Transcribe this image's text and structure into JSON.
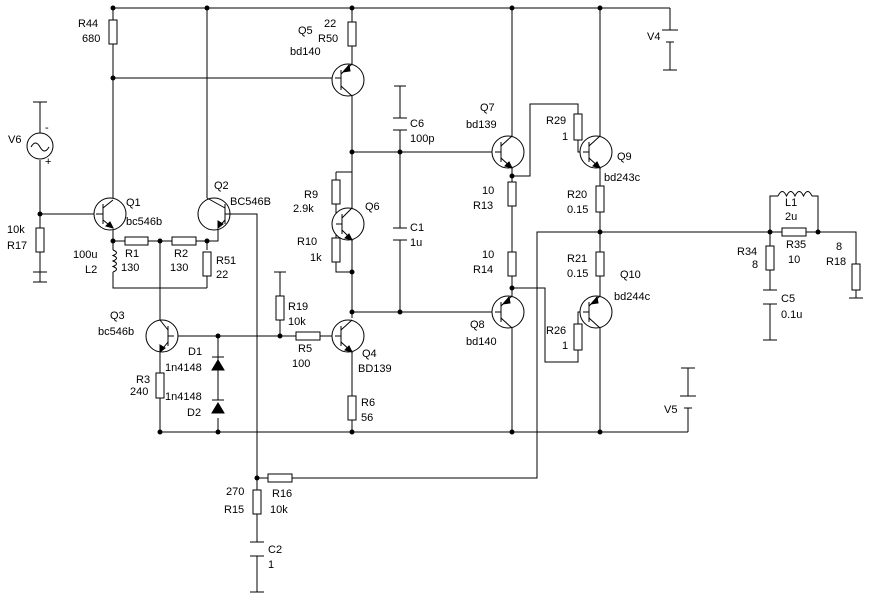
{
  "components": {
    "r44": {
      "ref": "R44",
      "value": "680"
    },
    "q5": {
      "ref": "Q5",
      "type": "bd140"
    },
    "r50": {
      "ref": "R50",
      "value": "22"
    },
    "v4": {
      "ref": "V4"
    },
    "v6": {
      "ref": "V6",
      "minus": "-",
      "plus": "+"
    },
    "q1": {
      "ref": "Q1",
      "type": "bc546b"
    },
    "q2": {
      "ref": "Q2",
      "type": "BC546B"
    },
    "r17": {
      "ref": "R17",
      "value": "10k"
    },
    "l2": {
      "ref": "L2",
      "value": "100u"
    },
    "r1": {
      "ref": "R1",
      "value": "130"
    },
    "r2": {
      "ref": "R2",
      "value": "130"
    },
    "r51": {
      "ref": "R51",
      "value": "22"
    },
    "q3": {
      "ref": "Q3",
      "type": "bc546b"
    },
    "r3": {
      "ref": "R3",
      "value": "240"
    },
    "d1": {
      "ref": "D1",
      "type": "1n4148"
    },
    "d2": {
      "ref": "D2",
      "type": "1n4148"
    },
    "r9": {
      "ref": "R9",
      "value": "2.9k"
    },
    "q6": {
      "ref": "Q6"
    },
    "r10": {
      "ref": "R10",
      "value": "1k"
    },
    "r19": {
      "ref": "R19",
      "value": "10k"
    },
    "r5": {
      "ref": "R5",
      "value": "100"
    },
    "q4": {
      "ref": "Q4",
      "type": "BD139"
    },
    "r6": {
      "ref": "R6",
      "value": "56"
    },
    "c6": {
      "ref": "C6",
      "value": "100p"
    },
    "c1": {
      "ref": "C1",
      "value": "1u"
    },
    "q7": {
      "ref": "Q7",
      "type": "bd139"
    },
    "r13": {
      "ref": "R13",
      "value": "10"
    },
    "r14": {
      "ref": "R14",
      "value": "10"
    },
    "q8": {
      "ref": "Q8",
      "type": "bd140"
    },
    "r29": {
      "ref": "R29",
      "value": "1"
    },
    "q9": {
      "ref": "Q9",
      "type": "bd243c"
    },
    "r20": {
      "ref": "R20",
      "value": "0.15"
    },
    "r21": {
      "ref": "R21",
      "value": "0.15"
    },
    "q10": {
      "ref": "Q10",
      "type": "bd244c"
    },
    "r26": {
      "ref": "R26",
      "value": "1"
    },
    "v5": {
      "ref": "V5"
    },
    "l1": {
      "ref": "L1",
      "value": "2u"
    },
    "r34": {
      "ref": "R34",
      "value": "8"
    },
    "r35": {
      "ref": "R35",
      "value": "10"
    },
    "c5": {
      "ref": "C5",
      "value": "0.1u"
    },
    "r18": {
      "ref": "R18",
      "value": "8"
    },
    "r15": {
      "ref": "R15",
      "value": "270"
    },
    "r16": {
      "ref": "R16",
      "value": "10k"
    },
    "c2": {
      "ref": "C2",
      "value": "1"
    }
  }
}
